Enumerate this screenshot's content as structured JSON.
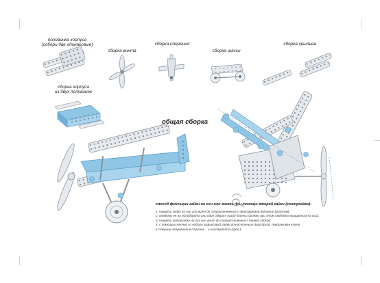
{
  "labels": {
    "half_body": "половинка корпуса",
    "half_body_sub": "(собери две одинаковые)",
    "screw_assembly": "сборка винта",
    "tail_assembly": "сборка оперения",
    "chassis_assembly": "сборка шасси",
    "wings_assembly": "сборка крыльев",
    "body_from_halves": "сборка корпуса",
    "body_from_halves_sub": "из двух половинок",
    "general_assembly": "общая сборка"
  },
  "instructions": {
    "caption": "способ фиксации гайки на оси или винте при помощи второй гайки (контргайки):",
    "steps": [
      "1. накрути гайку на ось или винт до соприкосновения с фиксируемой деталью (колесом);",
      "2. отверни ее на полоборота или один оборот назад (колесо должно при этом свободно вращаться на оси);",
      "3. накрути контргайку на ось или винт до соприкосновения с первой гайкой;",
      "4. с помощью ключей из набора зафиксируй гайки относительно друг друга, поворачивая ключи",
      "   в сторону направления стрелок... и наслаждайся игрой )"
    ]
  },
  "colors": {
    "metal": "#e6eaee",
    "metal_edge": "#8a949c",
    "accent_blue": "#8fc6e6",
    "accent_blue_dark": "#5f9fc6",
    "hole": "#6f7880"
  }
}
